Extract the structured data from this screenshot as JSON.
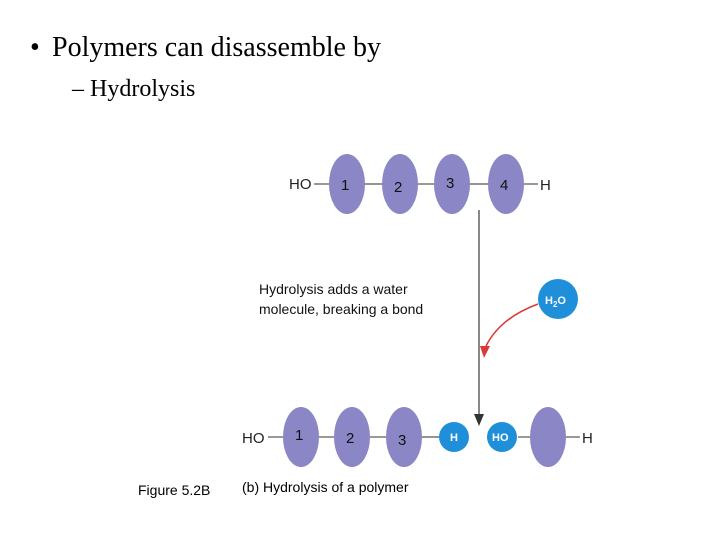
{
  "slide": {
    "bullet": "•",
    "heading": "Polymers can disassemble by",
    "subheading": "– Hydrolysis"
  },
  "diagram": {
    "top_chain": {
      "left_end": "HO",
      "monomers": [
        "1",
        "2",
        "3",
        "4"
      ],
      "right_end": "H"
    },
    "note": [
      "Hydrolysis adds a water",
      "molecule, breaking a bond"
    ],
    "water_label": {
      "main": "H",
      "sub": "2",
      "tail": "O"
    },
    "bottom_chain": {
      "left_end": "HO",
      "monomers": [
        "1",
        "2",
        "3"
      ],
      "cap_h": "H",
      "cap_ho": "HO",
      "blank_monomer": "",
      "right_end": "H"
    },
    "colors": {
      "monomer": "#8B86C6",
      "cap": "#1E8FD8",
      "arrow_red": "#D93A3A",
      "line": "#555555"
    }
  },
  "captions": {
    "figure": "Figure 5.2B",
    "subtitle": "(b) Hydrolysis of a polymer"
  }
}
